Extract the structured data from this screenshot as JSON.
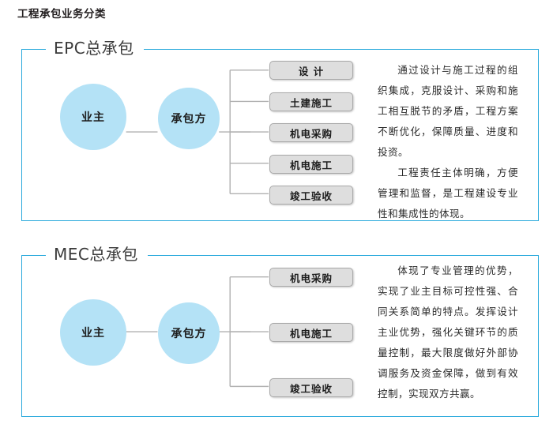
{
  "page": {
    "title": "工程承包业务分类"
  },
  "colors": {
    "panel_border": "#29a9dc",
    "circle_fill": "#b4e2f6",
    "box_fill": "#dedede",
    "box_border": "#a9a9a9",
    "connector": "#b0b0b0",
    "text": "#1d1d1d"
  },
  "sections": [
    {
      "id": "epc",
      "title": "EPC总承包",
      "nodes": {
        "owner": "业主",
        "contractor": "承包方"
      },
      "items": [
        "设 计",
        "土建施工",
        "机电采购",
        "机电施工",
        "竣工验收"
      ],
      "paragraphs": [
        "通过设计与施工过程的组织集成，克服设计、采购和施工相互脱节的矛盾，工程方案不断优化，保障质量、进度和投资。",
        "工程责任主体明确，方便管理和监督，是工程建设专业性和集成性的体现。"
      ]
    },
    {
      "id": "mec",
      "title": "MEC总承包",
      "nodes": {
        "owner": "业主",
        "contractor": "承包方"
      },
      "items": [
        "机电采购",
        "机电施工",
        "竣工验收"
      ],
      "paragraphs": [
        "体现了专业管理的优势，实现了业主目标可控性强、合同关系简单的特点。发挥设计主业优势，强化关键环节的质量控制，最大限度做好外部协调服务及资金保障，做到有效控制，实现双方共赢。"
      ]
    }
  ]
}
